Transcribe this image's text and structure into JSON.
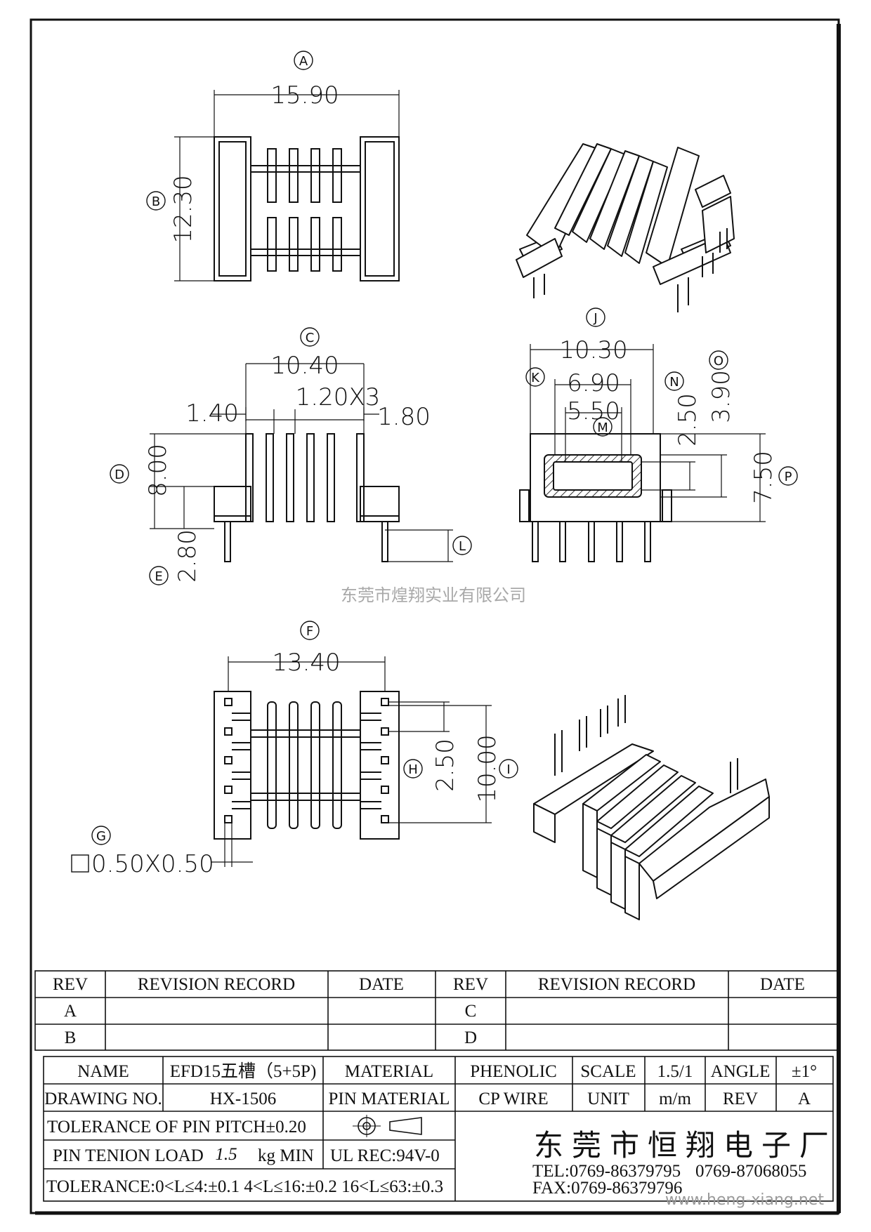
{
  "drawing": {
    "view_top": {
      "label_a": "A",
      "dim_a": "15.90",
      "label_b": "B",
      "dim_b": "12.30"
    },
    "view_side": {
      "label_c": "C",
      "dim_c": "10.40",
      "dim_left": "1.40",
      "dim_mid": "1.20X3",
      "dim_right": "1.80",
      "label_d": "D",
      "dim_d": "8.00",
      "label_e": "E",
      "dim_e": "2.80",
      "label_l": "L"
    },
    "view_end": {
      "label_j": "J",
      "dim_j": "10.30",
      "label_k": "K",
      "dim_k": "6.90",
      "label_m": "M",
      "dim_m": "5.50",
      "label_n": "N",
      "dim_n": "2.50",
      "label_o": "O",
      "dim_o": "3.90",
      "label_p": "P",
      "dim_p": "7.50"
    },
    "view_bottom": {
      "label_f": "F",
      "dim_f": "13.40",
      "label_h": "H",
      "dim_h": "2.50",
      "label_i": "I",
      "dim_i": "10.00",
      "label_g": "G",
      "dim_g": "0.50X0.50"
    },
    "watermark": "东莞市煌翔实业有限公司"
  },
  "revision_table": {
    "headers": [
      "REV",
      "REVISION RECORD",
      "DATE",
      "REV",
      "REVISION RECORD",
      "DATE"
    ],
    "rows": [
      [
        "A",
        "",
        "",
        "C",
        "",
        ""
      ],
      [
        "B",
        "",
        "",
        "D",
        "",
        ""
      ]
    ]
  },
  "title_block": {
    "name_label": "NAME",
    "name_value": "EFD15五槽（5+5P)",
    "material_label": "MATERIAL",
    "material_value": "PHENOLIC",
    "scale_label": "SCALE",
    "scale_value": "1.5/1",
    "angle_label": "ANGLE",
    "angle_value": "±1°",
    "drawing_no_label": "DRAWING NO.",
    "drawing_no_value": "HX-1506",
    "pin_material_label": "PIN MATERIAL",
    "pin_material_value": "CP WIRE",
    "unit_label": "UNIT",
    "unit_value": "m/m",
    "rev_label": "REV",
    "rev_value": "A",
    "tolerance_pitch": "TOLERANCE OF PIN PITCH±0.20",
    "pin_tension_label": "PIN TENION LOAD",
    "pin_tension_value": "1.5",
    "pin_tension_unit": "kg MIN",
    "ul_rec": "UL REC:94V-0",
    "tolerance_general": "TOLERANCE:0<L≤4:±0.1  4<L≤16:±0.2  16<L≤63:±0.3",
    "company": "东莞市恒翔电子厂",
    "tel": "TEL:0769-86379795",
    "tel2": "0769-87068055",
    "fax": "FAX:0769-86379796",
    "website": "www.heng-xiang.net"
  }
}
